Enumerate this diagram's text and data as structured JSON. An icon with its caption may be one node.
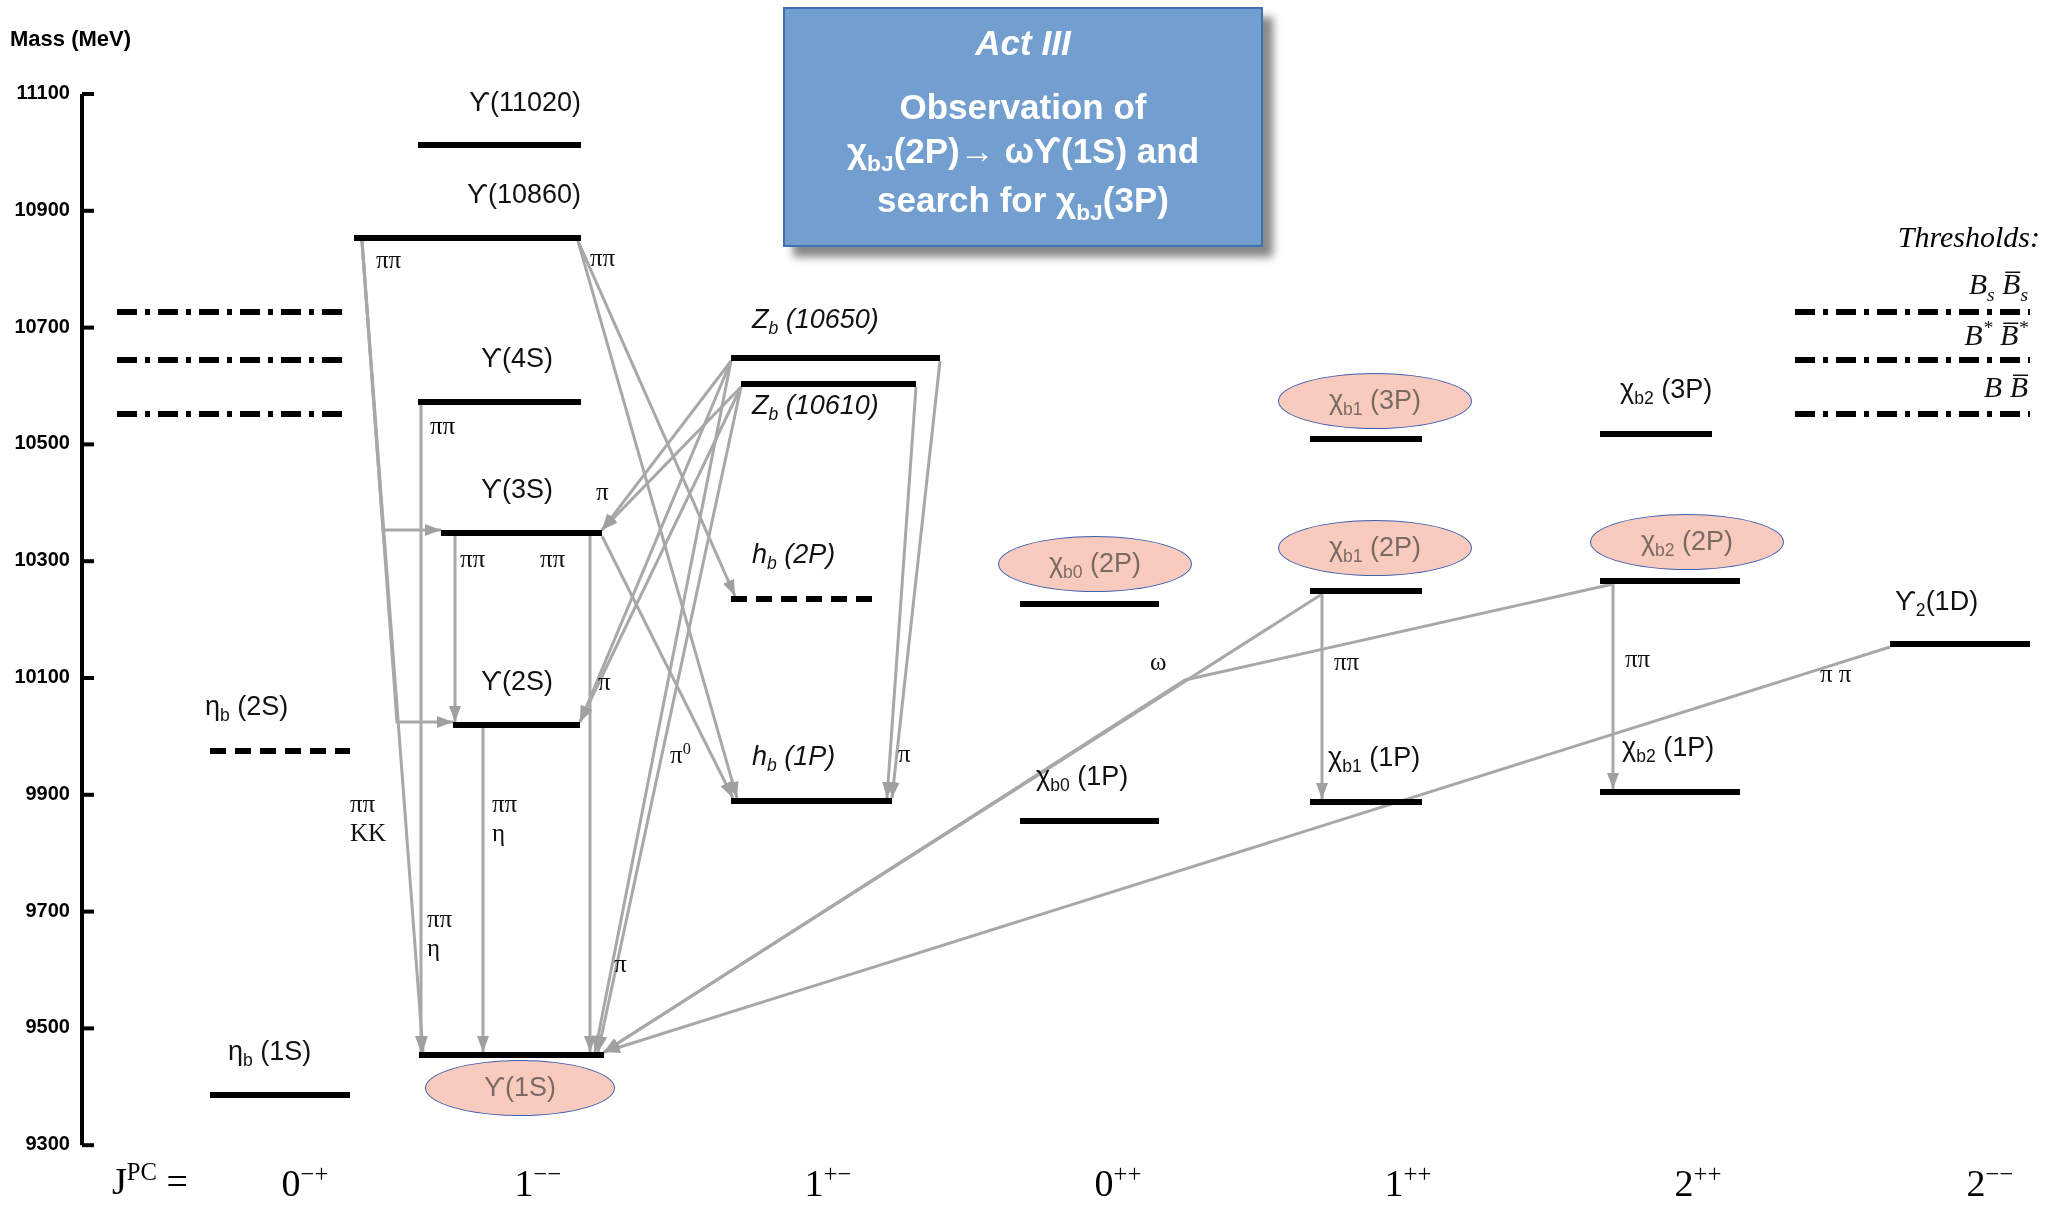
{
  "diagram": {
    "nodes": [
      {
        "text": [
          "Act III",
          "Observation of χ$_{bJ}$(2P)→ ωϒ(1S) and search for χ$_{bJ}$(3P)"
        ]
      },
      {
        "text": [],
        "shape": "bar"
      },
      {
        "text": [],
        "shape": "bar"
      },
      {
        "text": [],
        "shape": "bar"
      },
      {
        "text": [
          "ϒ(11020)"
        ]
      },
      {
        "text": [
          "ϒ(10860)"
        ]
      },
      {
        "text": [
          "ϒ(4S)"
        ]
      },
      {
        "text": [
          "ϒ(3S)"
        ]
      },
      {
        "text": [
          "ϒ(2S)"
        ]
      },
      {
        "text": [
          "η$_{b}$ (2S)"
        ]
      },
      {
        "text": [
          "ϒ(1S)"
        ]
      },
      {
        "text": [
          "η$_{b}$ (1S)"
        ]
      },
      {
        "text": [
          "Z$_{b}$ (10650)"
        ]
      },
      {
        "text": [
          "Z$_{b}$ (10610)"
        ]
      },
      {
        "text": [
          "h$_{b}$ (2P)"
        ]
      },
      {
        "text": [
          "h$_{b}$ (1P)"
        ]
      },
      {
        "text": [
          "χ$_{b0}$ (2P)"
        ]
      },
      {
        "text": [
          "χ$_{b0}$ (1P)"
        ]
      },
      {
        "text": [
          "χ$_{b1}$ (3P)"
        ]
      },
      {
        "text": [
          "χ$_{b1}$ (2P)"
        ]
      },
      {
        "text": [
          "χ$_{b1}$ (1P)"
        ]
      },
      {
        "text": [
          "χ$_{b2}$ (3P)"
        ]
      },
      {
        "text": [
          "χ$_{b2}$ (2P)"
        ]
      },
      {
        "text": [
          "χ$_{b2}$ (1P)"
        ]
      },
      {
        "text": [
          "ϒ$_{2}$(1D)"
        ]
      },
      {
        "text": [
          "B$_{s}$ B̅$_{s}$"
        ]
      },
      {
        "text": [
          "B$^{*}$ B̅$^{*}$"
        ]
      },
      {
        "text": [
          "B B̅"
        ]
      }
    ],
    "edges": [
      {
        "from": 5,
        "to": 10,
        "arrow": "to",
        "label": "ππ KK"
      },
      {
        "from": 5,
        "to": 7,
        "arrow": "to",
        "label": "ππ"
      },
      {
        "from": 5,
        "to": 8,
        "arrow": "to"
      },
      {
        "from": 6,
        "to": 10,
        "arrow": "to",
        "label": "ππ η"
      },
      {
        "from": 7,
        "to": 8,
        "arrow": "to",
        "label": "ππ"
      },
      {
        "from": 7,
        "to": 10,
        "arrow": "to",
        "label": "ππ"
      },
      {
        "from": 8,
        "to": 10,
        "arrow": "to",
        "label": "ππ η"
      },
      {
        "from": 5,
        "to": 14,
        "arrow": "to",
        "label": "ππ"
      },
      {
        "from": 5,
        "to": 15,
        "arrow": "to"
      },
      {
        "from": 7,
        "to": 15,
        "arrow": "to",
        "label": "π$^{0}$"
      },
      {
        "from": 12,
        "to": 7,
        "arrow": "to",
        "label": "π"
      },
      {
        "from": 13,
        "to": 7,
        "arrow": "to"
      },
      {
        "from": 12,
        "to": 8,
        "arrow": "to",
        "label": "π"
      },
      {
        "from": 13,
        "to": 8,
        "arrow": "to"
      },
      {
        "from": 12,
        "to": 10,
        "arrow": "to",
        "label": "π"
      },
      {
        "from": 13,
        "to": 10,
        "arrow": "to"
      },
      {
        "from": 12,
        "to": 15,
        "arrow": "to",
        "label": "π"
      },
      {
        "from": 13,
        "to": 15,
        "arrow": "to"
      },
      {
        "from": 19,
        "to": 10,
        "arrow": "to",
        "label": "ω"
      },
      {
        "from": 22,
        "to": 10,
        "arrow": "to"
      },
      {
        "from": 24,
        "to": 10,
        "arrow": "to",
        "label": "π π"
      },
      {
        "from": 19,
        "to": 20,
        "arrow": "to",
        "label": "ππ"
      },
      {
        "from": 22,
        "to": 23,
        "arrow": "to",
        "label": "ππ"
      }
    ],
    "labels": [
      "Mass (MeV)",
      "11100",
      "10900",
      "10700",
      "10500",
      "10300",
      "10100",
      "9900",
      "9700",
      "9500",
      "9300",
      "Thresholds:",
      "ππ",
      "J$^{PC}$ =",
      "0$^{−+}$",
      "1$^{−−}$",
      "1$^{+−}$",
      "0$^{++}$",
      "1$^{++}$",
      "2$^{++}$",
      "2$^{−−}$"
    ]
  }
}
